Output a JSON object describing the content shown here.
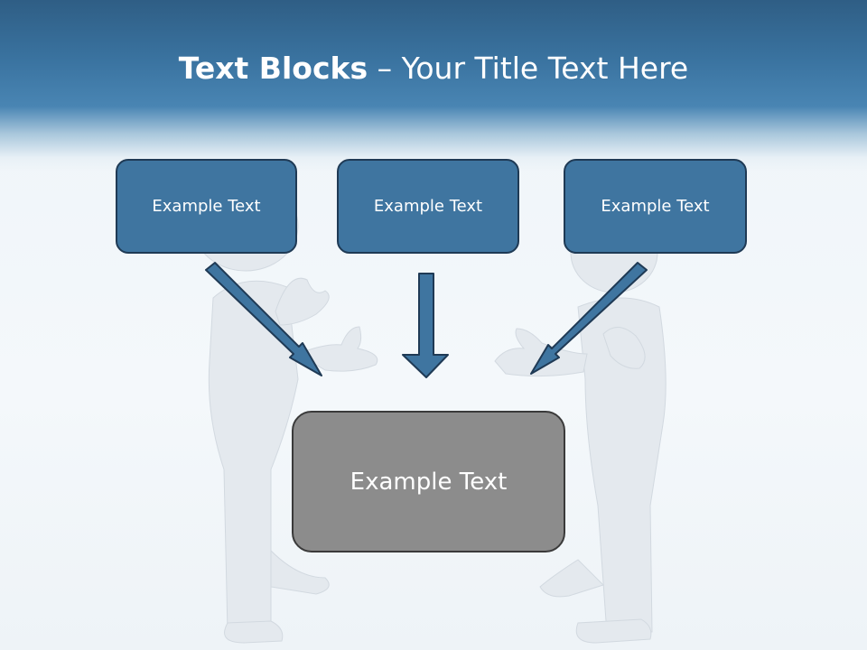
{
  "slide": {
    "title_bold": "Text Blocks",
    "title_dash": " – ",
    "title_rest": "Your Title Text Here"
  },
  "boxes": {
    "left": "Example Text",
    "center": "Example Text",
    "right": "Example Text",
    "bottom": "Example Text"
  },
  "colors": {
    "header": "#3a73a0",
    "box_fill": "#3f75a0",
    "box_border": "#1f3a55",
    "target_fill": "#8c8c8c",
    "arrow_fill": "#3f75a0"
  },
  "icons": {
    "left_figure": "person-figure-icon",
    "right_figure": "person-figure-icon",
    "arrows": "arrow-down-icon"
  }
}
